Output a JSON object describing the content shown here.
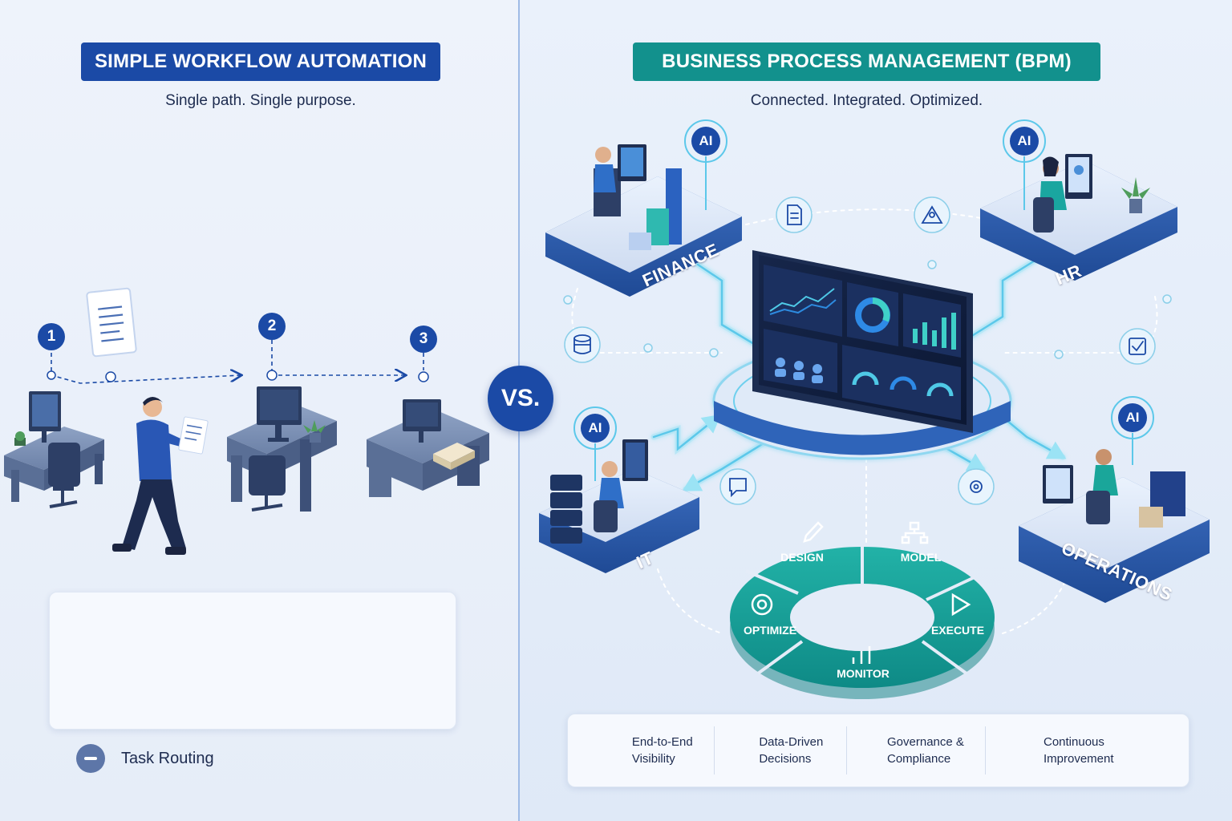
{
  "left": {
    "title": "SIMPLE WORKFLOW AUTOMATION",
    "subtitle": "Single path. Single purpose.",
    "steps": [
      "1",
      "2",
      "3"
    ],
    "legend_label": "Task Routing",
    "flow_icons": [
      "document-icon",
      "user-icon",
      "check-circle-icon"
    ]
  },
  "vs_label": "VS.",
  "right": {
    "title": "BUSINESS PROCESS MANAGEMENT (BPM)",
    "subtitle": "Connected. Integrated. Optimized.",
    "departments": [
      "FINANCE",
      "HR",
      "IT",
      "OPERATIONS"
    ],
    "ai_badges": [
      "AI",
      "AI",
      "AI",
      "AI"
    ],
    "cycle": [
      "DESIGN",
      "MODEL",
      "EXECUTE",
      "MONITOR",
      "OPTIMIZE"
    ],
    "connector_icons": [
      "document-icon",
      "people-icon",
      "database-icon",
      "checkbox-icon",
      "chat-icon",
      "gear-icon"
    ],
    "benefits": [
      {
        "label": "End-to-End Visibility",
        "icon": "target-icon"
      },
      {
        "label": "Data-Driven Decisions",
        "icon": "bar-chart-growth-icon"
      },
      {
        "label": "Governance & Compliance",
        "icon": "shield-icon"
      },
      {
        "label": "Continuous Improvement",
        "icon": "gauge-icon"
      }
    ]
  },
  "colors": {
    "primary_blue": "#1b4aa6",
    "teal": "#12918d",
    "cyan_glow": "#37c6e6",
    "background": "#eef3fb"
  }
}
